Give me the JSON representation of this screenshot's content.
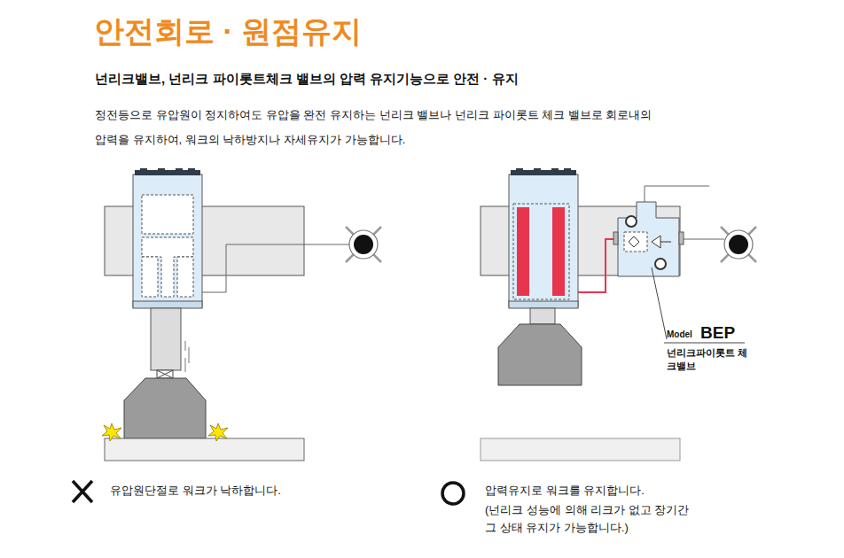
{
  "diagram": {
    "title": "안전회로 · 원점유지",
    "labels": [
      "넌리크밸브, 넌리크 파이롯트체크 밸브의 압력 유지기능으로 안전 · 유지",
      "정전등으로 유압원이 정지하여도 유압을 완전 유지하는 넌리크 밸브나 넌리크 파이롯트 체크 밸브로 회로내의 압력을 유지하여, 워크의 낙하방지나 자세유지가 가능합니다.",
      "Model",
      "BEP",
      "넌리크파이롯트 체크밸브",
      "유압원단절로 워크가 낙하합니다.",
      "압력유지로 워크를 유지합니다.",
      "(넌리크 성능에 의해 리크가 없고 장기간 그 상태 유지가 가능합니다.)"
    ]
  }
}
